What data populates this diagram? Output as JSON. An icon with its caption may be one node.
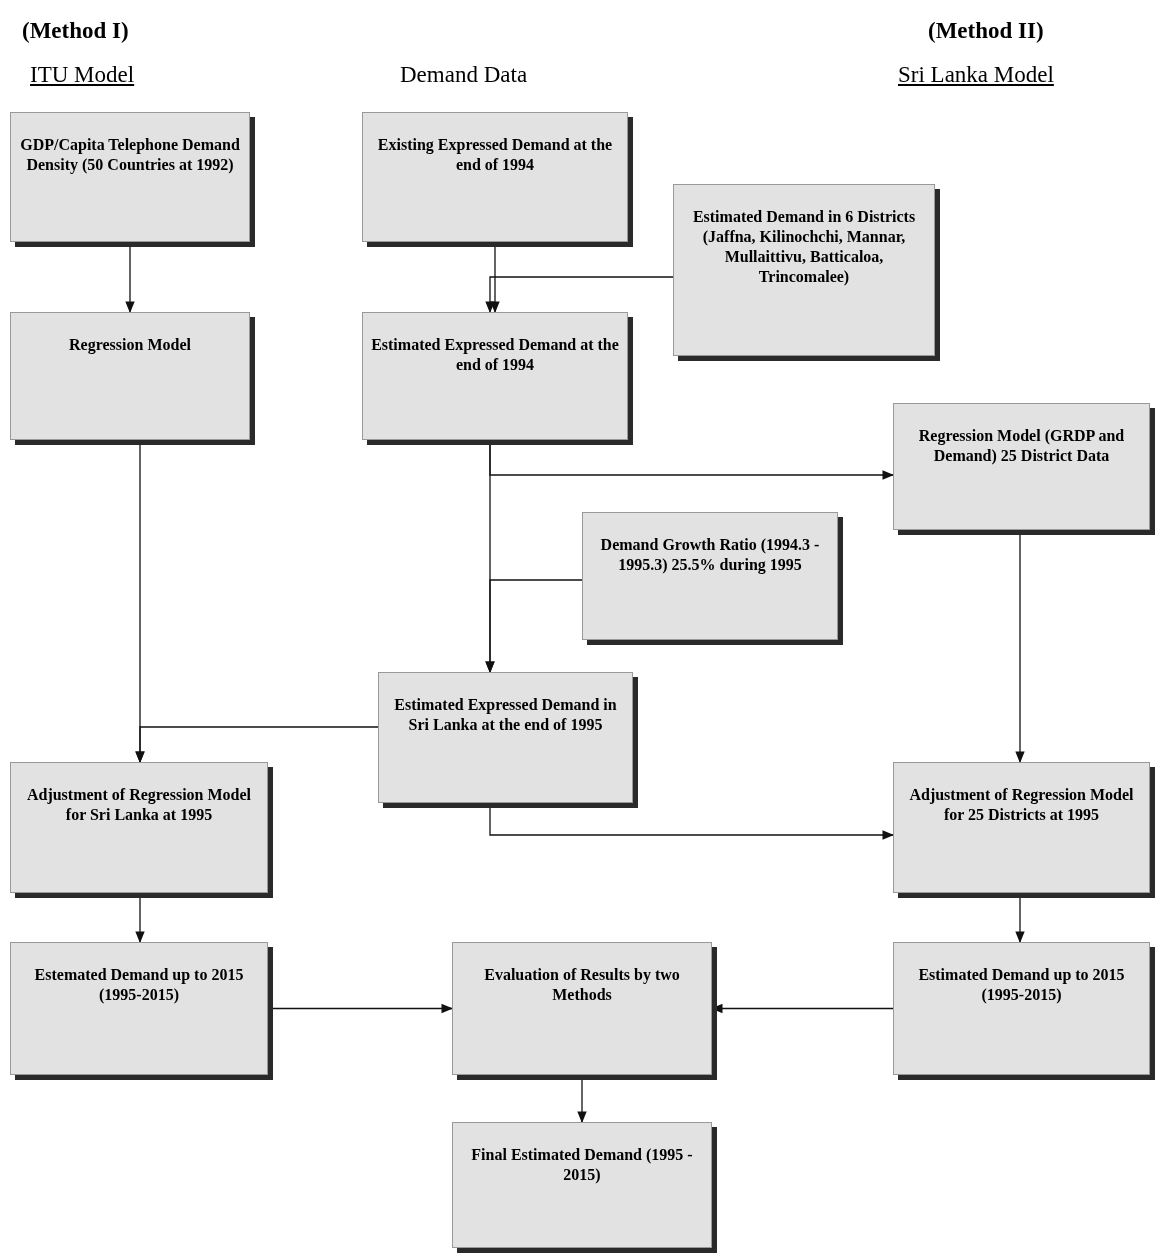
{
  "diagram": {
    "nodes": [
      {
        "text": [
          "GDP/Capita Telephone Demand Density (50 Countries at 1992)"
        ]
      },
      {
        "text": [
          "Existing Expressed Demand at the end of 1994"
        ]
      },
      {
        "text": [
          "Estimated Demand in 6 Districts (Jaffna, Kilinochchi, Mannar, Mullaittivu, Batticaloa, Trincomalee)"
        ]
      },
      {
        "text": [
          "Regression Model"
        ]
      },
      {
        "text": [
          "Estimated Expressed Demand at the end of 1994"
        ]
      },
      {
        "text": [
          "Regression Model (GRDP and Demand) 25 District Data"
        ]
      },
      {
        "text": [
          "Demand Growth Ratio (1994.3 - 1995.3) 25.5% during 1995"
        ]
      },
      {
        "text": [
          "Estimated Expressed Demand in Sri Lanka at the end of 1995"
        ]
      },
      {
        "text": [
          "Adjustment of Regression Model for Sri Lanka at 1995"
        ]
      },
      {
        "text": [
          "Adjustment of Regression Model for 25 Districts at 1995"
        ]
      },
      {
        "text": [
          "Estemated Demand up to 2015 (1995-2015)"
        ]
      },
      {
        "text": [
          "Evaluation of Results by two Methods"
        ]
      },
      {
        "text": [
          "Estimated Demand up to 2015 (1995-2015)"
        ]
      },
      {
        "text": [
          "Final Estimated Demand (1995 - 2015)"
        ]
      }
    ],
    "edges": [
      {
        "from": 0,
        "to": 3,
        "arrow": "to"
      },
      {
        "from": 1,
        "to": 4,
        "arrow": "to"
      },
      {
        "from": 2,
        "to": 4,
        "arrow": "to"
      },
      {
        "from": 4,
        "to": 7,
        "arrow": "to"
      },
      {
        "from": 4,
        "to": 5,
        "arrow": "to"
      },
      {
        "from": 6,
        "to": 7,
        "arrow": "to"
      },
      {
        "from": 7,
        "to": 8,
        "arrow": "to"
      },
      {
        "from": 3,
        "to": 8,
        "arrow": "to"
      },
      {
        "from": 7,
        "to": 9,
        "arrow": "to"
      },
      {
        "from": 5,
        "to": 9,
        "arrow": "to"
      },
      {
        "from": 8,
        "to": 10,
        "arrow": "to"
      },
      {
        "from": 9,
        "to": 12,
        "arrow": "to"
      },
      {
        "from": 10,
        "to": 11,
        "arrow": "to"
      },
      {
        "from": 12,
        "to": 11,
        "arrow": "to"
      },
      {
        "from": 11,
        "to": 13,
        "arrow": "to"
      }
    ],
    "labels": [
      "(Method I)",
      "ITU Model",
      "Demand Data",
      "(Method II)",
      "Sri Lanka Model"
    ]
  }
}
